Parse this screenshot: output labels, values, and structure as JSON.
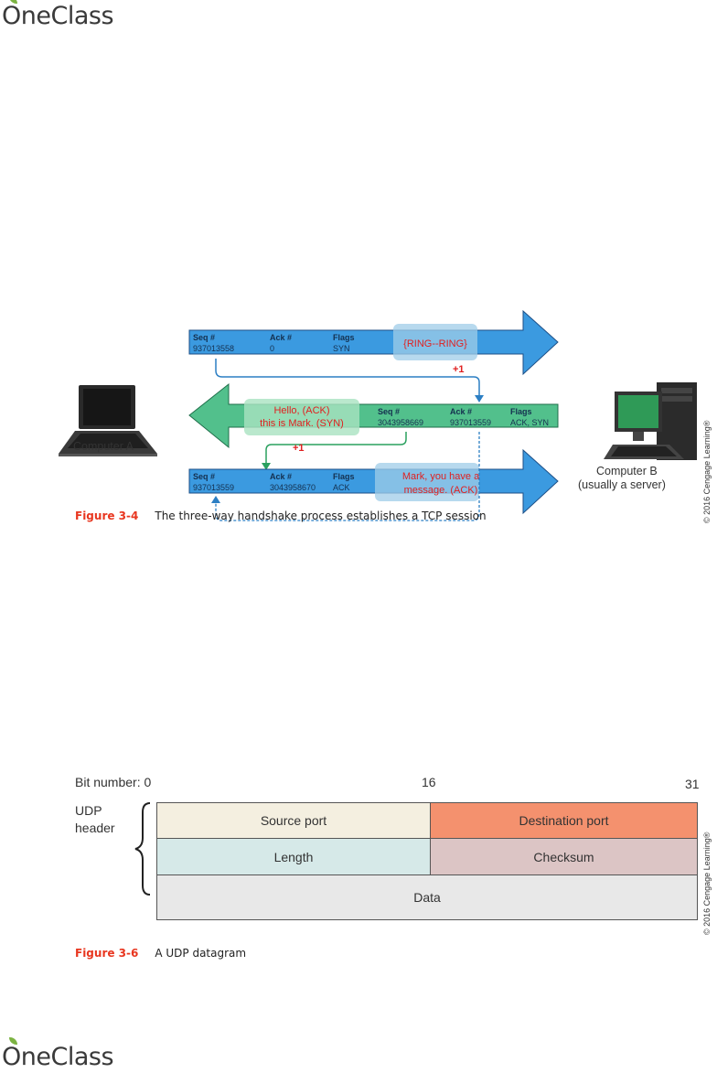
{
  "brand": {
    "logo_top": "OneClass",
    "logo_bottom": "OneClass"
  },
  "fig34": {
    "row1": {
      "seq_h": "Seq #",
      "seq_v": "937013558",
      "ack_h": "Ack #",
      "ack_v": "0",
      "flags_h": "Flags",
      "flags_v": "SYN",
      "msg": "{RING--RING}"
    },
    "row2": {
      "msg1": "Hello, (ACK)",
      "msg2": "this is Mark. (SYN)",
      "seq_h": "Seq #",
      "seq_v": "3043958669",
      "ack_h": "Ack #",
      "ack_v": "937013559",
      "flags_h": "Flags",
      "flags_v": "ACK, SYN"
    },
    "row3": {
      "seq_h": "Seq #",
      "seq_v": "937013559",
      "ack_h": "Ack #",
      "ack_v": "3043958670",
      "flags_h": "Flags",
      "flags_v": "ACK",
      "msg1": "Mark, you have a",
      "msg2": "message. (ACK)"
    },
    "plus1_a": "+1",
    "plus1_b": "+1",
    "computer_a": "Computer A",
    "computer_b_1": "Computer B",
    "computer_b_2": "(usually a server)",
    "copyright": "© 2016 Cengage Learning®",
    "caption_num": "Figure 3-4",
    "caption_text": "The three-way handshake process establishes a TCP session"
  },
  "fig36": {
    "bit_label": "Bit number: 0",
    "bit16": "16",
    "bit31": "31",
    "side_1": "UDP",
    "side_2": "header",
    "source_port": "Source port",
    "destination_port": "Destination port",
    "length": "Length",
    "checksum": "Checksum",
    "data": "Data",
    "copyright": "© 2016 Cengage Learning®",
    "caption_num": "Figure 3-6",
    "caption_text": "A UDP datagram",
    "colors": {
      "source": "#f4efe0",
      "dest": "#f4916e",
      "length": "#d6e9e8",
      "checksum": "#dcc5c5",
      "data": "#e8e8e8"
    }
  }
}
